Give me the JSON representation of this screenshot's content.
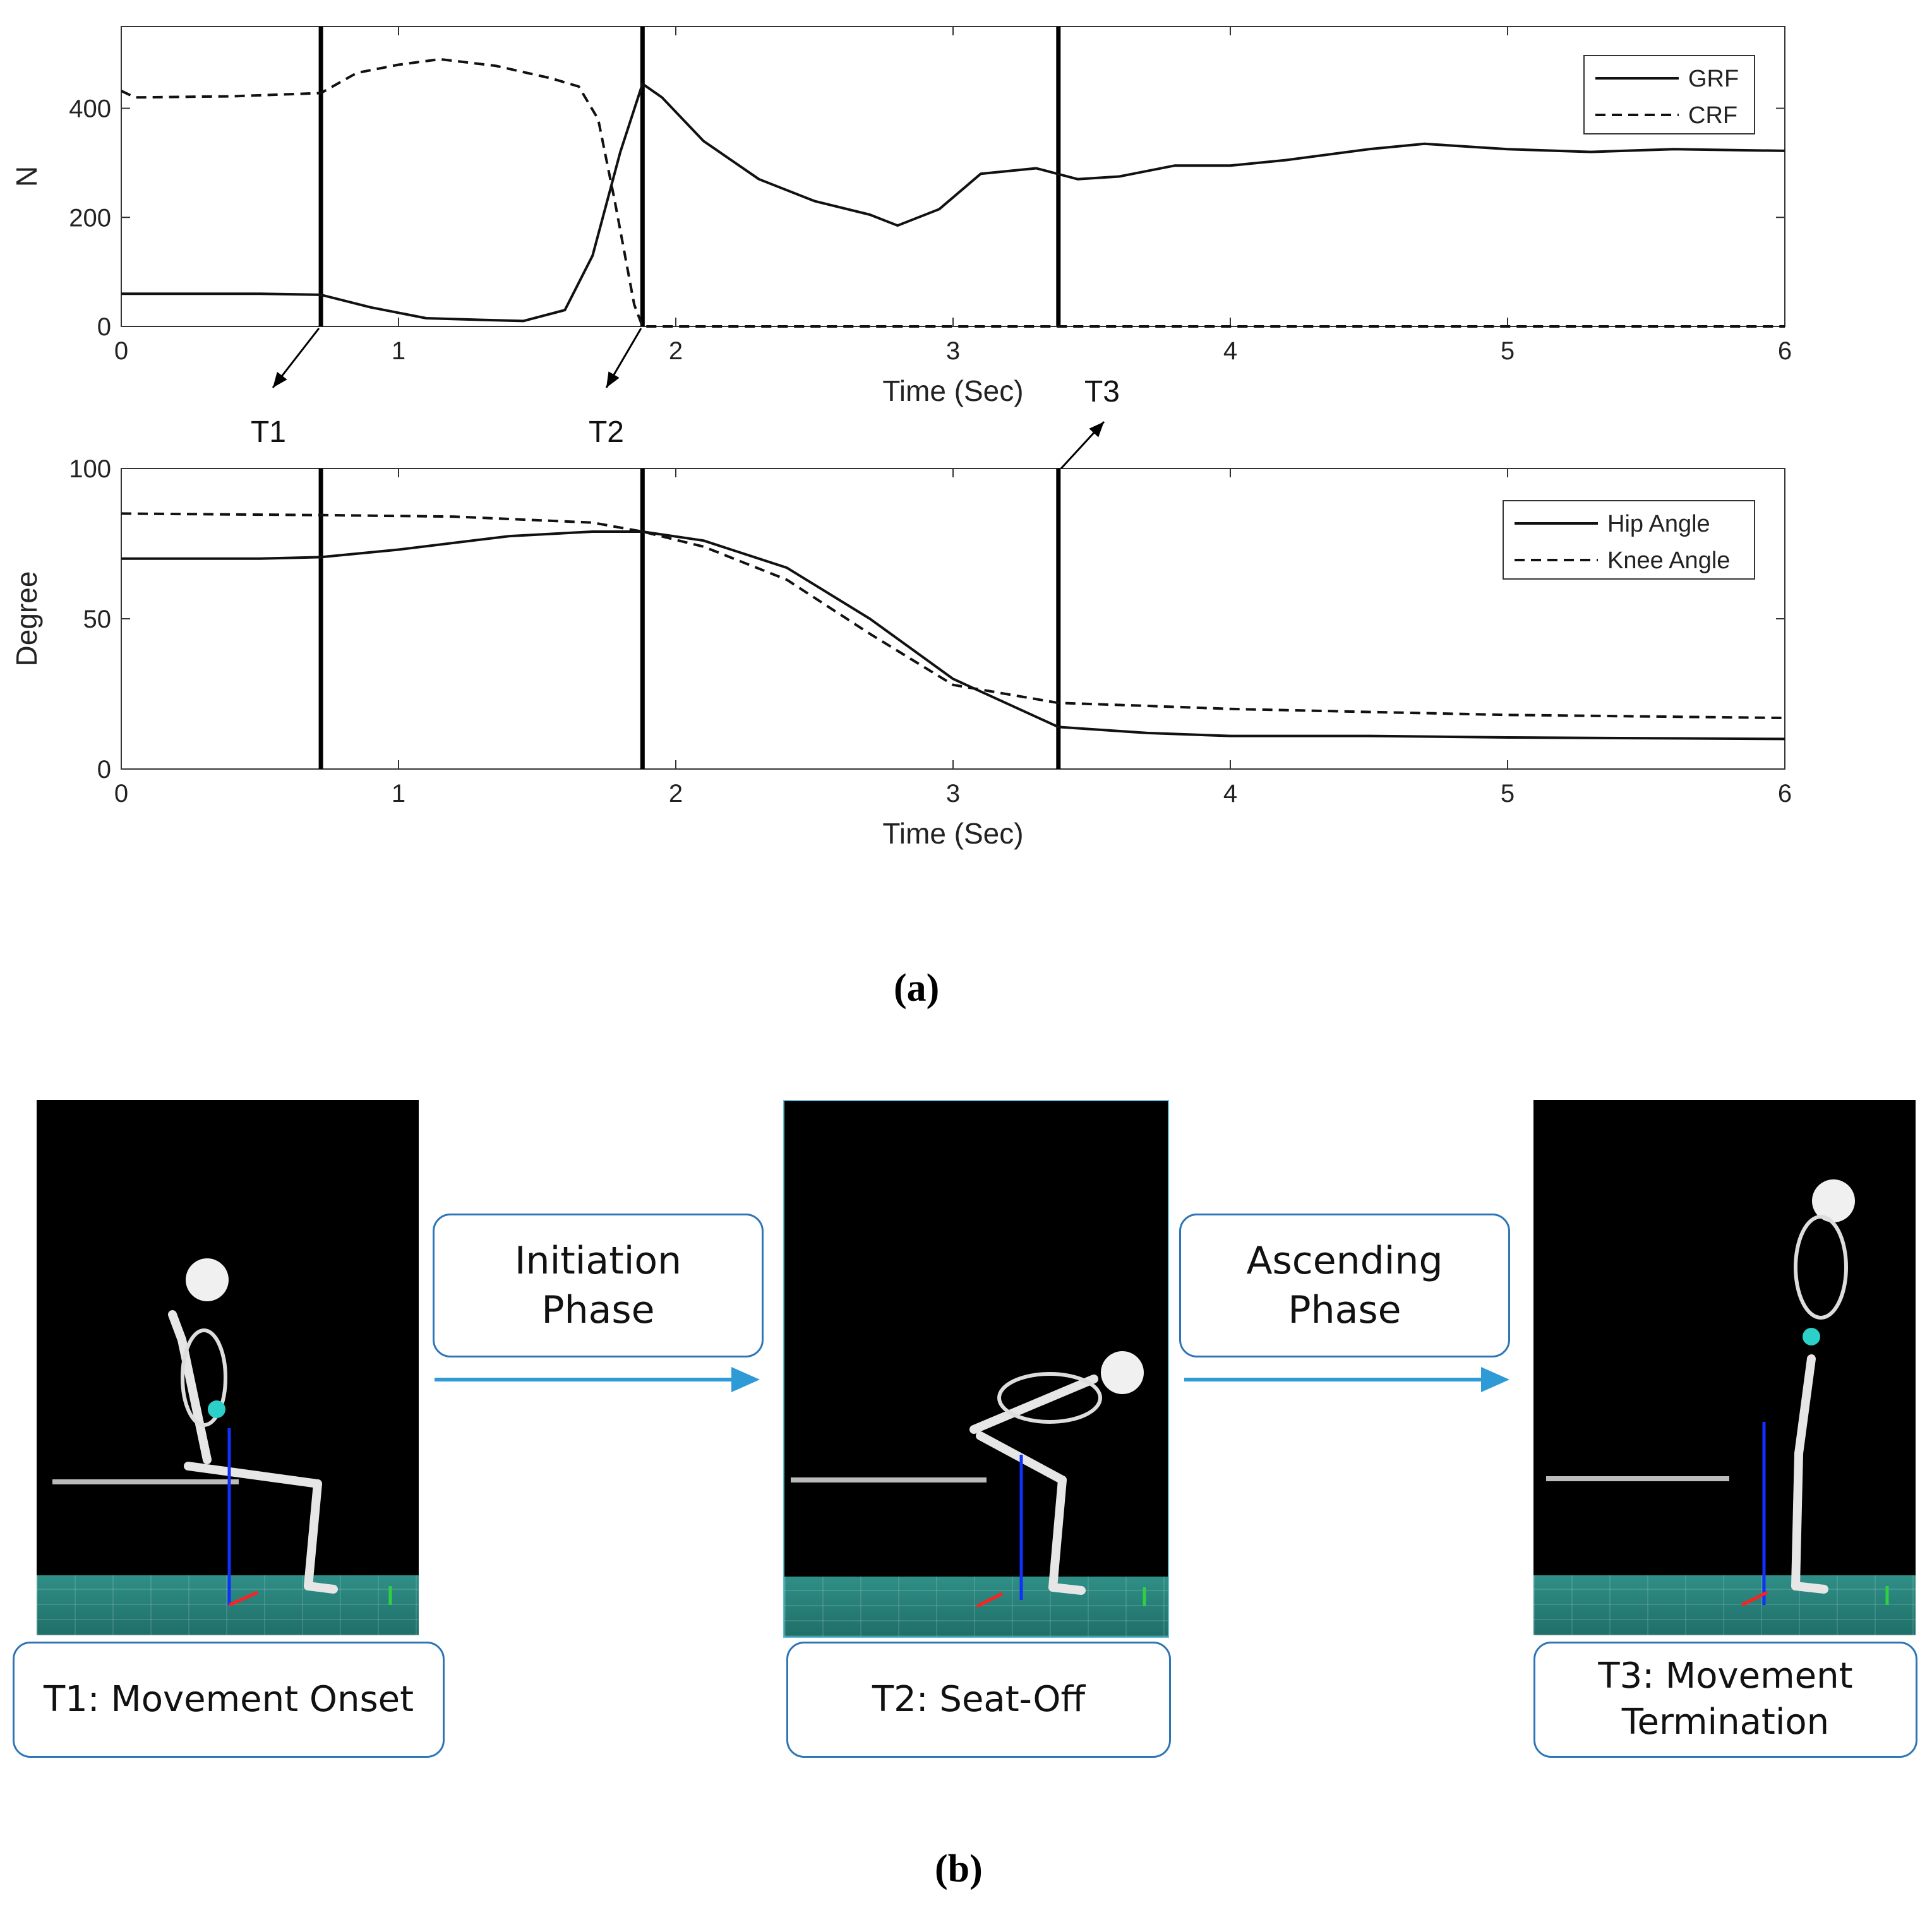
{
  "chart_data": [
    {
      "type": "line",
      "xlabel": "Time (Sec)",
      "ylabel": "N",
      "xlim": [
        0,
        6
      ],
      "ylim": [
        0,
        550
      ],
      "x_ticks": [
        "0",
        "1",
        "2",
        "3",
        "4",
        "5",
        "6"
      ],
      "y_ticks": [
        "0",
        "200",
        "400"
      ],
      "legend_position": "top-right",
      "series": [
        {
          "name": "GRF",
          "style": "solid",
          "x": [
            0,
            0.5,
            0.72,
            0.9,
            1.1,
            1.3,
            1.45,
            1.6,
            1.7,
            1.8,
            1.88,
            1.95,
            2.1,
            2.3,
            2.5,
            2.7,
            2.8,
            2.95,
            3.1,
            3.3,
            3.45,
            3.6,
            3.8,
            4.0,
            4.2,
            4.5,
            4.7,
            5.0,
            5.3,
            5.6,
            6.0
          ],
          "y": [
            60,
            60,
            58,
            35,
            15,
            12,
            10,
            30,
            130,
            320,
            445,
            420,
            340,
            270,
            230,
            205,
            185,
            215,
            280,
            290,
            270,
            275,
            295,
            295,
            305,
            325,
            335,
            325,
            320,
            325,
            322
          ]
        },
        {
          "name": "CRF",
          "style": "dashed",
          "x": [
            0,
            0.05,
            0.4,
            0.72,
            0.85,
            1.0,
            1.15,
            1.35,
            1.55,
            1.65,
            1.72,
            1.78,
            1.85,
            1.88,
            2.0,
            6.0
          ],
          "y": [
            432,
            420,
            422,
            428,
            465,
            480,
            490,
            478,
            455,
            440,
            380,
            230,
            40,
            0,
            0,
            0
          ]
        }
      ],
      "vlines": [
        0.72,
        1.88,
        3.38
      ]
    },
    {
      "type": "line",
      "xlabel": "Time (Sec)",
      "ylabel": "Degree",
      "xlim": [
        0,
        6
      ],
      "ylim": [
        0,
        100
      ],
      "x_ticks": [
        "0",
        "1",
        "2",
        "3",
        "4",
        "5",
        "6"
      ],
      "y_ticks": [
        "0",
        "50",
        "100"
      ],
      "legend_position": "top-right",
      "series": [
        {
          "name": "Hip Angle",
          "style": "solid",
          "x": [
            0,
            0.5,
            0.72,
            1.0,
            1.4,
            1.7,
            1.88,
            2.1,
            2.4,
            2.7,
            3.0,
            3.38,
            3.7,
            4.0,
            4.5,
            5.0,
            6.0
          ],
          "y": [
            70,
            70,
            70.5,
            73,
            77.5,
            79,
            79,
            76,
            67,
            50,
            30,
            14,
            12,
            11,
            11,
            10.5,
            10
          ]
        },
        {
          "name": "Knee Angle",
          "style": "dashed",
          "x": [
            0,
            0.72,
            1.2,
            1.7,
            1.88,
            2.1,
            2.4,
            2.7,
            3.0,
            3.38,
            3.7,
            4.0,
            4.5,
            5.0,
            6.0
          ],
          "y": [
            85,
            84.5,
            84,
            82,
            79,
            74,
            63,
            45,
            28,
            22,
            21,
            20,
            19,
            18,
            17
          ]
        }
      ],
      "vlines": [
        0.72,
        1.88,
        3.38
      ]
    }
  ],
  "markers": {
    "t1": "T1",
    "t2": "T2",
    "t3": "T3"
  },
  "captions": {
    "a": "(a)",
    "b": "(b)"
  },
  "phases": [
    {
      "label": "Initiation\nPhase"
    },
    {
      "label": "Ascending\nPhase"
    }
  ],
  "frames": [
    {
      "label": "T1: Movement Onset"
    },
    {
      "label": "T2: Seat-Off"
    },
    {
      "label": "T3: Movement\nTermination"
    }
  ],
  "colors": {
    "phase_arrow": "#2e9ad6",
    "box_border": "#2e75b6",
    "floor": "#2a8a82"
  }
}
